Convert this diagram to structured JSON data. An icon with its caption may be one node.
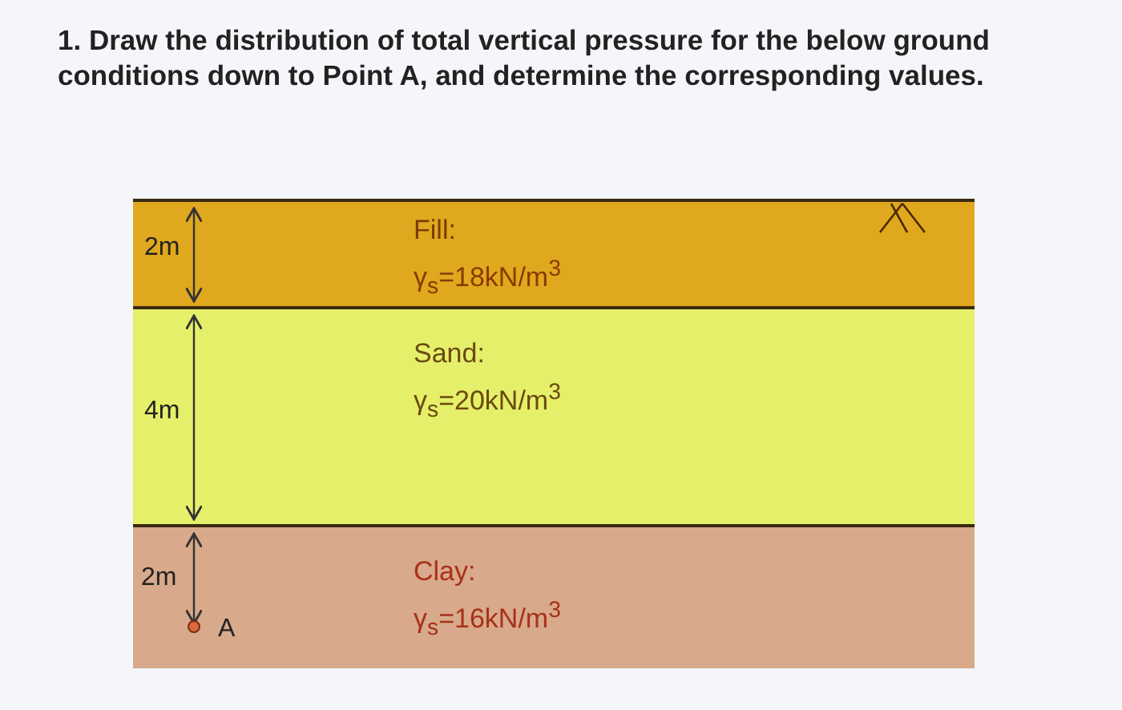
{
  "diagram": {
    "title": "1. Draw the distribution of total vertical pressure for the below ground conditions down to Point A, and determine the corresponding values.",
    "nodes": [
      {
        "text": [
          "Fill:",
          "γ$_{s}$=18kN/m$^{3}$"
        ]
      },
      {
        "text": [
          "Sand:",
          "γ$_{s}$=20kN/m$^{3}$"
        ]
      },
      {
        "text": [
          "Clay:",
          "γ$_{s}$=16kN/m$^{3}$"
        ]
      }
    ],
    "labels": [
      "2m",
      "4m",
      "2m",
      "A"
    ]
  }
}
